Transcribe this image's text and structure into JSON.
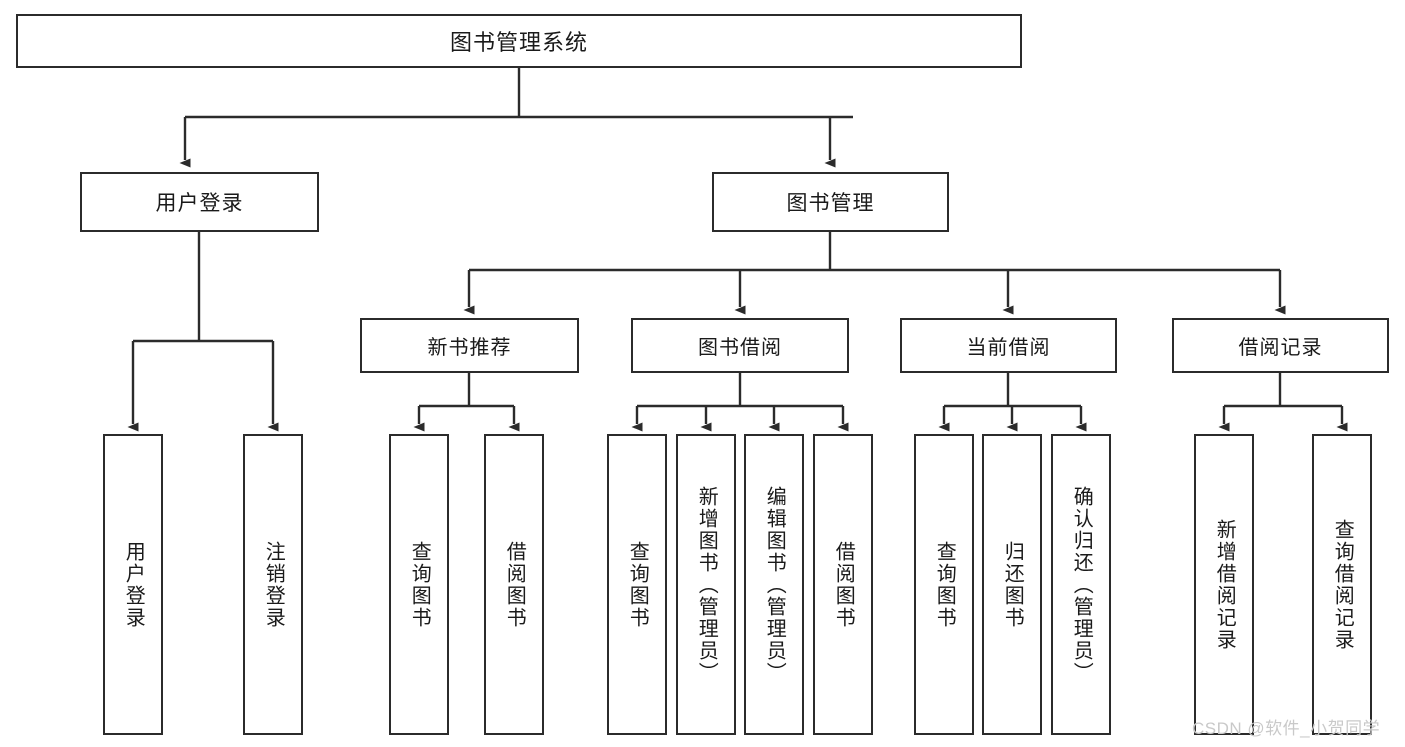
{
  "diagram": {
    "type": "tree",
    "title": "图书管理系统",
    "watermark": "CSDN @软件_小贺同学",
    "colors": {
      "box_border": "#2b2b2b",
      "box_fill": "#ffffff",
      "edge": "#2b2b2b",
      "text": "#1a1a1a",
      "watermark": "#c9c9c9",
      "background": "#ffffff"
    },
    "root": {
      "label": "图书管理系统"
    },
    "level1": [
      {
        "id": "user-login",
        "label": "用户登录"
      },
      {
        "id": "book-manage",
        "label": "图书管理"
      }
    ],
    "level2": [
      {
        "id": "new-book-recommend",
        "label": "新书推荐",
        "parent": "book-manage"
      },
      {
        "id": "book-borrow",
        "label": "图书借阅",
        "parent": "book-manage"
      },
      {
        "id": "current-borrow",
        "label": "当前借阅",
        "parent": "book-manage"
      },
      {
        "id": "borrow-record",
        "label": "借阅记录",
        "parent": "book-manage"
      }
    ],
    "leaves": {
      "user-login": [
        {
          "id": "leaf-user-login",
          "label": "用户登录"
        },
        {
          "id": "leaf-user-logout",
          "label": "注销登录"
        }
      ],
      "new-book-recommend": [
        {
          "id": "leaf-query-book-1",
          "label": "查询图书"
        },
        {
          "id": "leaf-borrow-book-1",
          "label": "借阅图书"
        }
      ],
      "book-borrow": [
        {
          "id": "leaf-query-book-2",
          "label": "查询图书"
        },
        {
          "id": "leaf-add-book",
          "label": "新增图书（管理员）"
        },
        {
          "id": "leaf-edit-book",
          "label": "编辑图书（管理员）"
        },
        {
          "id": "leaf-borrow-book-2",
          "label": "借阅图书"
        }
      ],
      "current-borrow": [
        {
          "id": "leaf-query-book-3",
          "label": "查询图书"
        },
        {
          "id": "leaf-return-book",
          "label": "归还图书"
        },
        {
          "id": "leaf-confirm-return",
          "label": "确认归还（管理员）"
        }
      ],
      "borrow-record": [
        {
          "id": "leaf-add-record",
          "label": "新增借阅记录"
        },
        {
          "id": "leaf-query-record",
          "label": "查询借阅记录"
        }
      ]
    }
  }
}
